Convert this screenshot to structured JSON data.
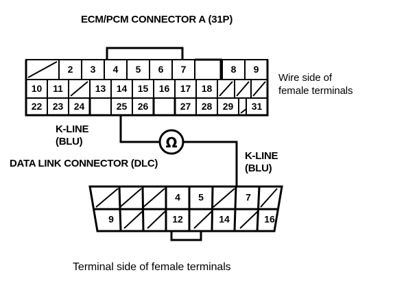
{
  "page": {
    "title": "ECM/PCM CONNECTOR A (31P)",
    "background_color": "#ffffff",
    "line_color": "#000000"
  },
  "ecm_connector": {
    "name": "ECM/PCM CONNECTOR A (31P)",
    "side_label_line1": "Wire side of",
    "side_label_line2": "female terminals",
    "rows": [
      {
        "row_index": 1,
        "cells": [
          {
            "label": "",
            "blank": true
          },
          {
            "label": "2",
            "blank": false
          },
          {
            "label": "3",
            "blank": false
          },
          {
            "label": "4",
            "blank": false
          },
          {
            "label": "5",
            "blank": false
          },
          {
            "label": "6",
            "blank": false
          },
          {
            "label": "7",
            "blank": false
          },
          {
            "label": "",
            "blank": true,
            "missing": true
          },
          {
            "label": "",
            "blank": true,
            "missing": true
          },
          {
            "label": "8",
            "blank": false
          },
          {
            "label": "9",
            "blank": false
          }
        ]
      },
      {
        "row_index": 2,
        "cells": [
          {
            "label": "10",
            "blank": false
          },
          {
            "label": "11",
            "blank": false
          },
          {
            "label": "",
            "blank": true
          },
          {
            "label": "13",
            "blank": false
          },
          {
            "label": "14",
            "blank": false
          },
          {
            "label": "15",
            "blank": false
          },
          {
            "label": "16",
            "blank": false
          },
          {
            "label": "17",
            "blank": false
          },
          {
            "label": "18",
            "blank": false
          },
          {
            "label": "",
            "blank": true
          },
          {
            "label": "",
            "blank": true
          },
          {
            "label": "",
            "blank": true
          }
        ]
      },
      {
        "row_index": 3,
        "cells": [
          {
            "label": "22",
            "blank": false
          },
          {
            "label": "23",
            "blank": false
          },
          {
            "label": "24",
            "blank": false
          },
          {
            "label": "",
            "blank": true,
            "missing": true
          },
          {
            "label": "25",
            "blank": false
          },
          {
            "label": "26",
            "blank": false
          },
          {
            "label": "",
            "blank": true,
            "missing": true
          },
          {
            "label": "27",
            "blank": false
          },
          {
            "label": "28",
            "blank": false
          },
          {
            "label": "29",
            "blank": false
          },
          {
            "label": "",
            "blank": true
          },
          {
            "label": "31",
            "blank": false
          }
        ]
      }
    ]
  },
  "dlc_connector": {
    "name": "DATA LINK CONNECTOR (DLC)",
    "caption": "Terminal side of female terminals",
    "rows": [
      {
        "row_index": 1,
        "cells": [
          {
            "label": "",
            "blank": true
          },
          {
            "label": "",
            "blank": true
          },
          {
            "label": "",
            "blank": true
          },
          {
            "label": "4",
            "blank": false
          },
          {
            "label": "5",
            "blank": false
          },
          {
            "label": "",
            "blank": true
          },
          {
            "label": "7",
            "blank": false
          },
          {
            "label": "",
            "blank": true
          }
        ]
      },
      {
        "row_index": 2,
        "cells": [
          {
            "label": "9",
            "blank": false
          },
          {
            "label": "",
            "blank": true
          },
          {
            "label": "",
            "blank": true
          },
          {
            "label": "12",
            "blank": false
          },
          {
            "label": "",
            "blank": true
          },
          {
            "label": "14",
            "blank": false
          },
          {
            "label": "",
            "blank": true
          },
          {
            "label": "16",
            "blank": false
          }
        ]
      }
    ]
  },
  "annotations": {
    "kline_left_line1": "K-LINE",
    "kline_left_line2": "(BLU)",
    "kline_right_line1": "K-LINE",
    "kline_right_line2": "(BLU)"
  },
  "meter": {
    "symbol": "Ω",
    "name": "ohmmeter"
  }
}
